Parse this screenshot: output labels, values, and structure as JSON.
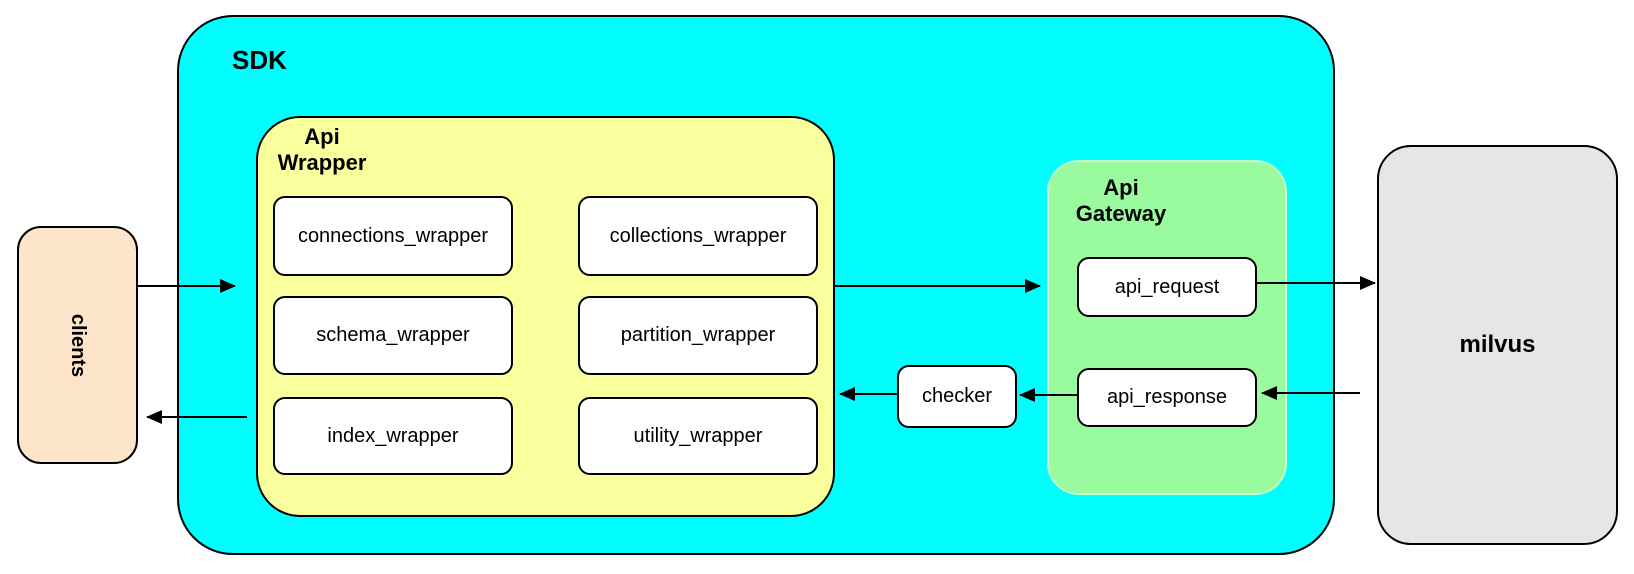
{
  "diagram": {
    "clients": {
      "label": "clients"
    },
    "sdk": {
      "label": "SDK"
    },
    "api_wrapper": {
      "title_line1": "Api",
      "title_line2": "Wrapper",
      "wrappers": [
        "connections_wrapper",
        "collections_wrapper",
        "schema_wrapper",
        "partition_wrapper",
        "index_wrapper",
        "utility_wrapper"
      ]
    },
    "checker": {
      "label": "checker"
    },
    "api_gateway": {
      "title_line1": "Api",
      "title_line2": "Gateway",
      "request_label": "api_request",
      "response_label": "api_response"
    },
    "milvus": {
      "label": "milvus"
    },
    "edges": [
      {
        "from": "clients",
        "to": "api_wrapper",
        "direction": "right"
      },
      {
        "from": "api_wrapper",
        "to": "clients",
        "direction": "left"
      },
      {
        "from": "api_wrapper",
        "to": "api_gateway",
        "direction": "right"
      },
      {
        "from": "api_request",
        "to": "milvus",
        "direction": "right"
      },
      {
        "from": "milvus",
        "to": "api_response",
        "direction": "left"
      },
      {
        "from": "api_response",
        "to": "checker",
        "direction": "left"
      },
      {
        "from": "checker",
        "to": "api_wrapper",
        "direction": "left"
      }
    ],
    "colors": {
      "sdk_fill": "#00FEFF",
      "api_wrapper_fill": "#FAFF9E",
      "api_gateway_fill": "#9AFA9E",
      "clients_fill": "#FCE5C8",
      "milvus_fill": "#E6E6E6",
      "node_fill": "#FFFFFF",
      "border": "#000000"
    }
  }
}
